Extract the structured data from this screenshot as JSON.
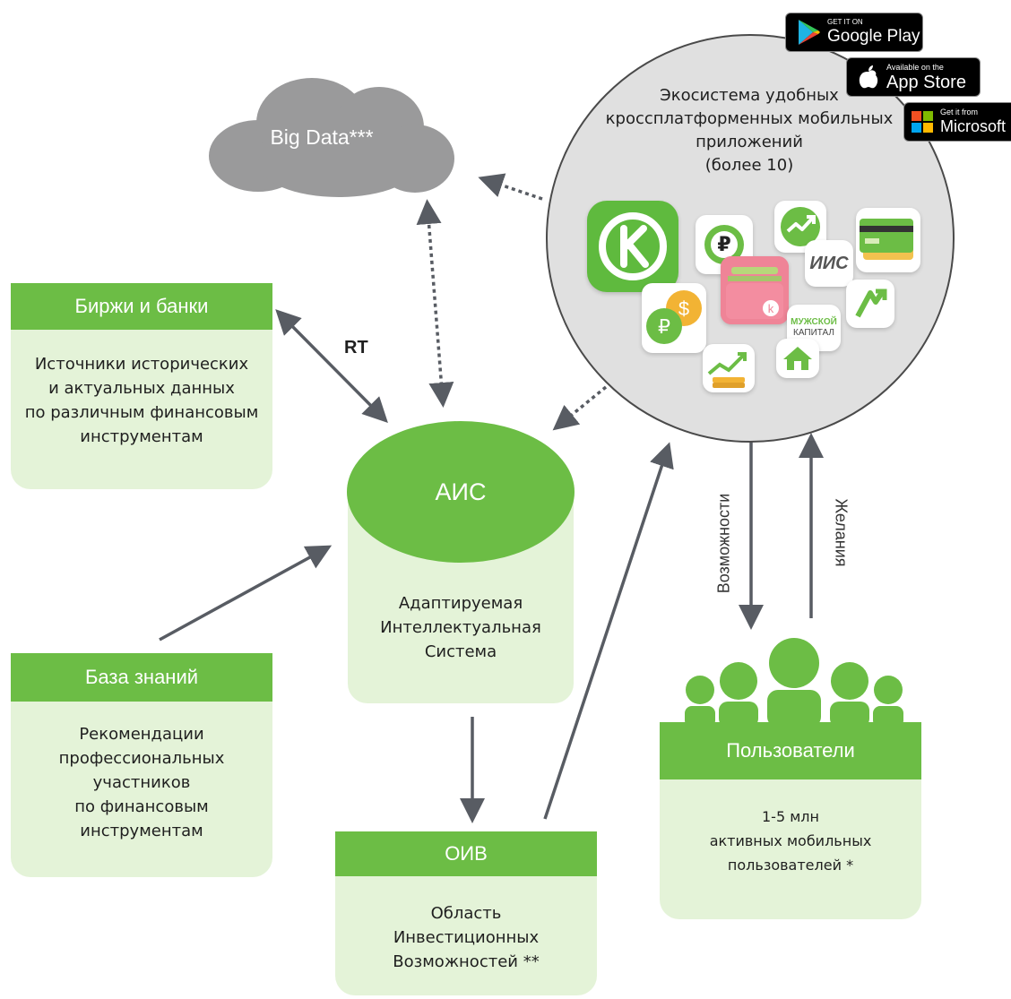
{
  "cloud": {
    "label": "Big Data***"
  },
  "exchanges": {
    "title": "Биржи и банки",
    "lines": [
      "Источники исторических",
      "и актуальных данных",
      "по различным финансовым",
      "инструментам"
    ]
  },
  "rt_label": "RT",
  "ais": {
    "title": "АИС",
    "lines": [
      "Адаптируемая",
      "Интеллектуальная",
      "Система"
    ]
  },
  "knowledge": {
    "title": "База знаний",
    "lines": [
      "Рекомендации",
      "профессиональных участников",
      "по финансовым инструментам"
    ]
  },
  "oiv": {
    "title": "ОИВ",
    "lines": [
      "Область",
      "Инвестиционных",
      "Возможностей **"
    ]
  },
  "users": {
    "title": "Пользователи",
    "lines": [
      "1-5 млн",
      "активных мобильных",
      "пользователей *"
    ]
  },
  "ecosystem": {
    "lines": [
      "Экосистема удобных",
      "кроссплатформенных мобильных",
      "приложений",
      "(более 10)"
    ]
  },
  "arrows": {
    "opportunities": "Возможности",
    "wishes": "Желания"
  },
  "badges": {
    "google": {
      "small": "GET IT ON",
      "big": "Google Play"
    },
    "apple": {
      "small": "Available on the",
      "big": "App Store"
    },
    "microsoft": {
      "small": "Get it from",
      "big": "Microsoft"
    }
  },
  "apps": {
    "ais_icon_text": "ИИС",
    "mk_line1": "МУЖСКОЙ",
    "mk_line2": "КАПИТАЛ",
    "k_letter": "k",
    "ruble": "₽",
    "dollar": "$"
  },
  "colors": {
    "green": "#6cbd45",
    "light_green": "#e4f3d8",
    "gray_cloud": "#9a9a9b",
    "arrow": "#585c63"
  }
}
